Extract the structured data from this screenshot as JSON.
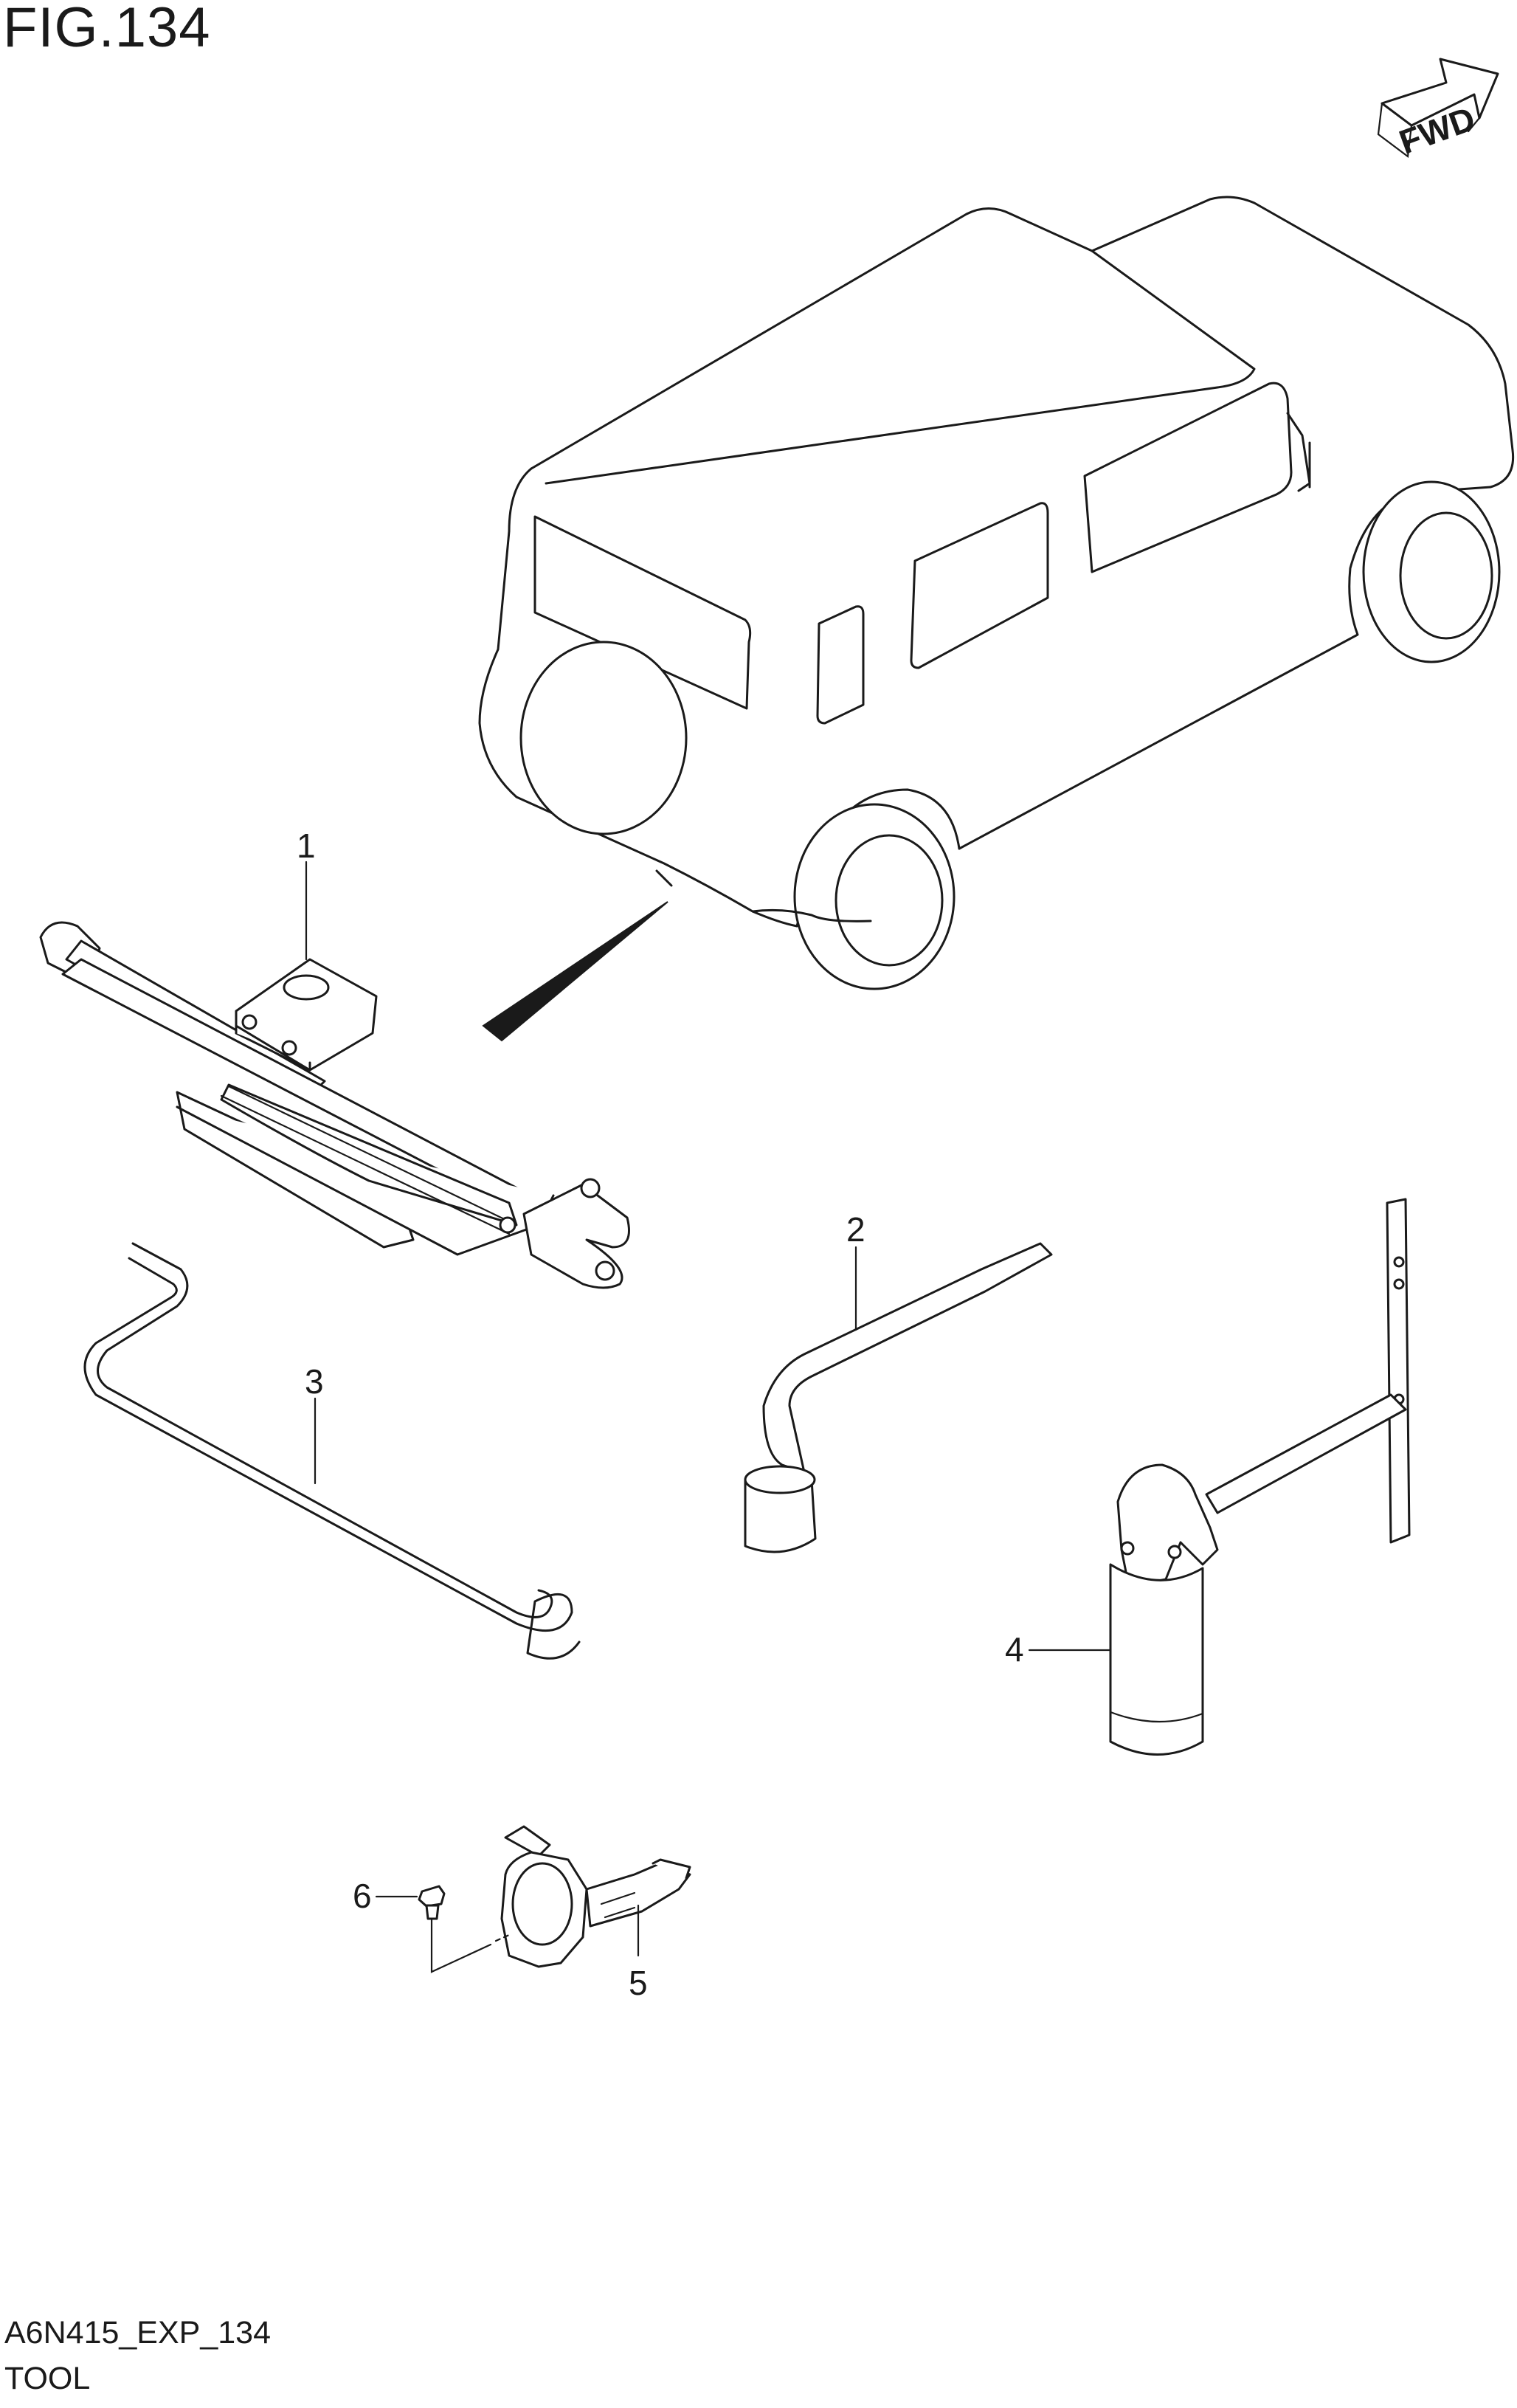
{
  "figure": {
    "title": "FIG.134",
    "code": "A6N415_EXP_134",
    "subtitle": "TOOL"
  },
  "direction_badge": {
    "label": "FWD",
    "icon": "arrow-forward-icon"
  },
  "callouts": [
    "1",
    "2",
    "3",
    "4",
    "5",
    "6"
  ]
}
